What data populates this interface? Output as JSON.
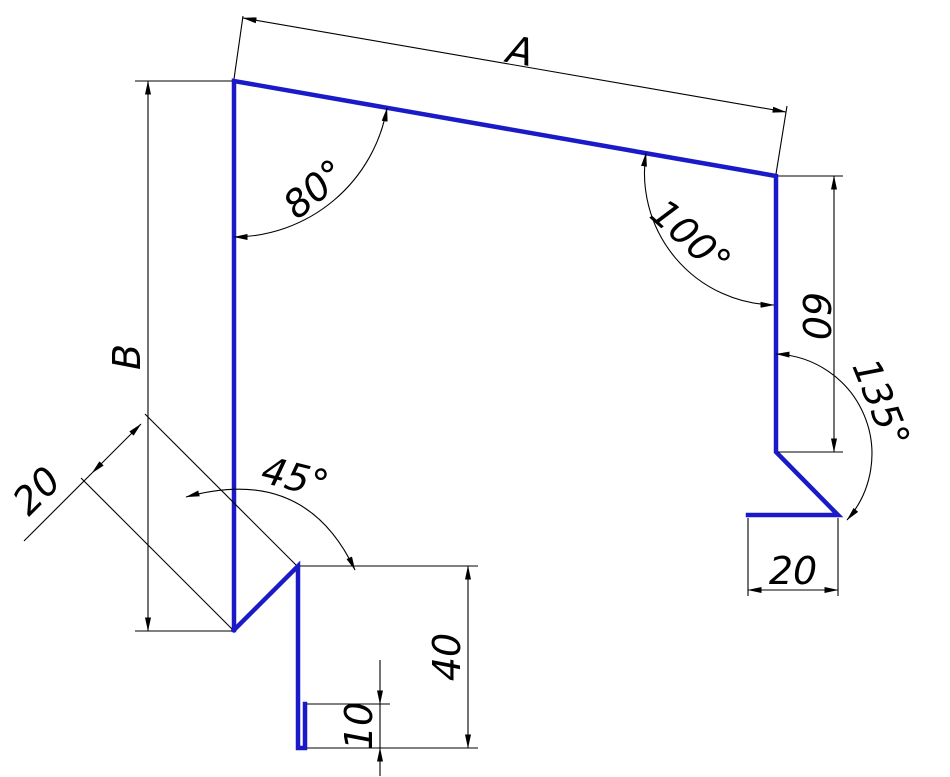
{
  "drawing": {
    "profile_color": "#1a1ac8",
    "dimensions": {
      "A": "A",
      "B": "B",
      "angle_80": "80°",
      "angle_100": "100°",
      "angle_135": "135°",
      "angle_45": "45°",
      "dim_60": "60",
      "dim_20_left": "20",
      "dim_20_right": "20",
      "dim_40": "40",
      "dim_10": "10"
    }
  }
}
